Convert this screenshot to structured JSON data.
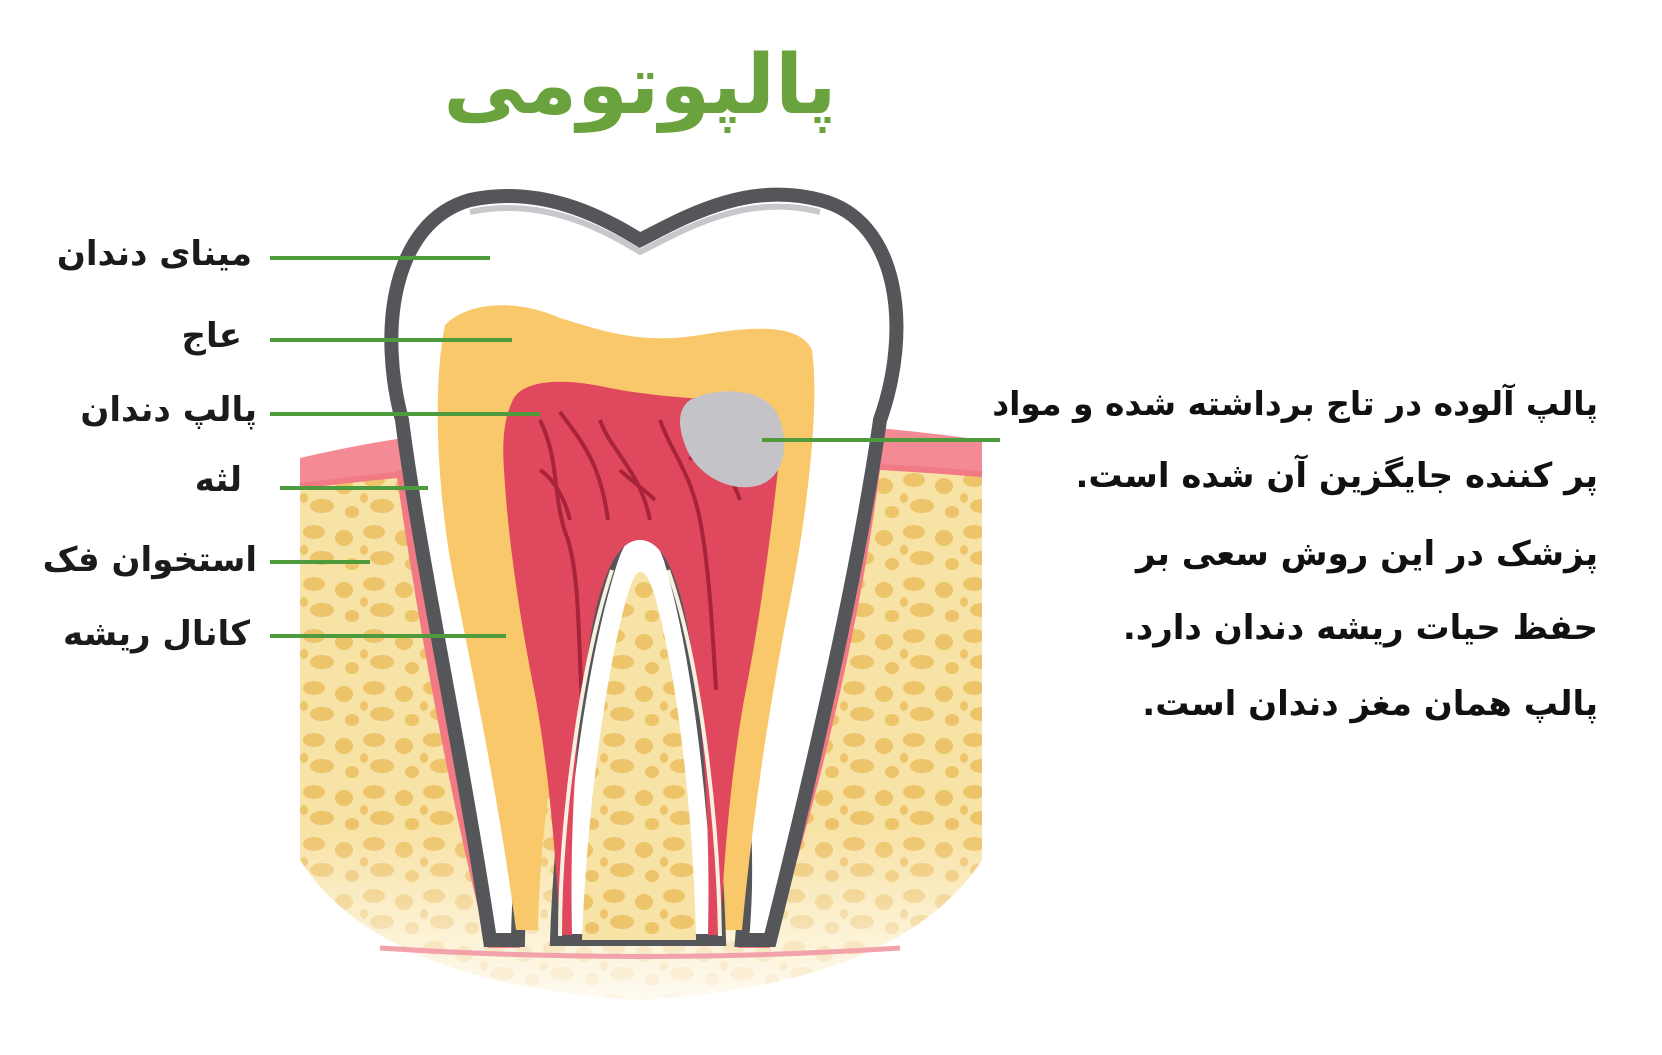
{
  "title": "پالپوتومی",
  "labels": {
    "enamel": "مینای دندان",
    "dentin": "عاج",
    "pulp": "پالپ دندان",
    "gum": "لثه",
    "jawbone": "استخوان فک",
    "root_canal": "کانال ریشه"
  },
  "description": {
    "line1": "پالپ آلوده در تاج برداشته شده و مواد",
    "line2": "پر کننده جایگزین آن شده است.",
    "line3": "پزشک در این روش سعی بر",
    "line4": "حفظ حیات ریشه دندان دارد.",
    "line5": "پالپ همان مغز دندان است."
  },
  "colors": {
    "title": "#6aa33d",
    "leader_line": "#4f9a3c",
    "enamel_outline": "#5a5a5e",
    "dentin": "#f7c86c",
    "pulp": "#e0485e",
    "gum": "#f27a85",
    "bone": "#f5d98a",
    "filling": "#c9c9c9"
  }
}
